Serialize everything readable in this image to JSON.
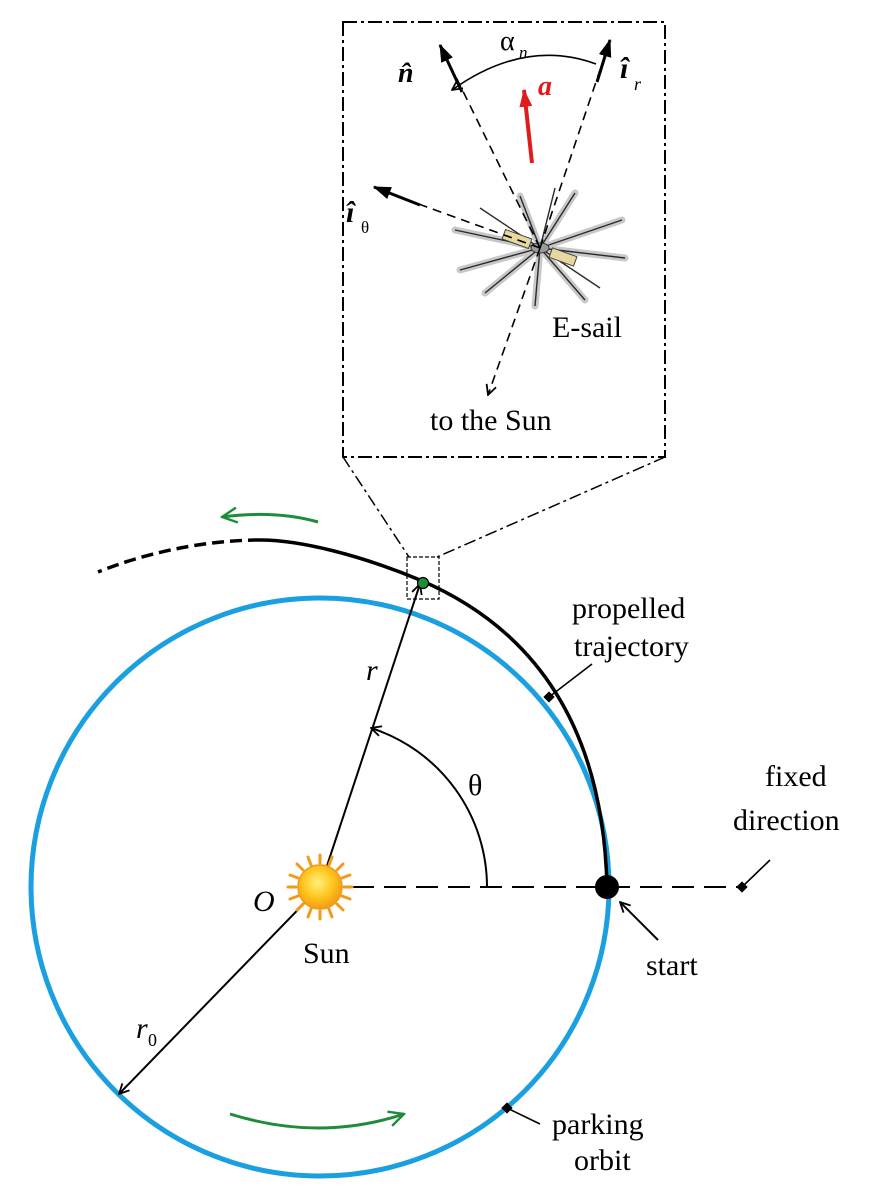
{
  "labels": {
    "n_hat": "n̂",
    "a": "a",
    "ir_hat": "î",
    "ir_sub": "r",
    "itheta_hat": "î",
    "itheta_sub": "θ",
    "alpha": "α",
    "alpha_sub": "n",
    "esail": "E-sail",
    "to_sun": "to the Sun",
    "propelled_1": "propelled",
    "propelled_2": "trajectory",
    "r": "r",
    "theta": "θ",
    "fixed_1": "fixed",
    "fixed_2": "direction",
    "origin": "O",
    "sun": "Sun",
    "start": "start",
    "r0": "r",
    "r0_sub": "0",
    "parking_1": "parking",
    "parking_2": "orbit"
  },
  "colors": {
    "orbit": "#1a9fe0",
    "green_arrow": "#1e8c3a",
    "accel": "#e01b1b",
    "sun_core": "#ffc21a",
    "sun_rays": "#f29a1a"
  },
  "icons": {
    "sun": "sun-icon",
    "spacecraft": "e-sail-spacecraft-icon"
  }
}
